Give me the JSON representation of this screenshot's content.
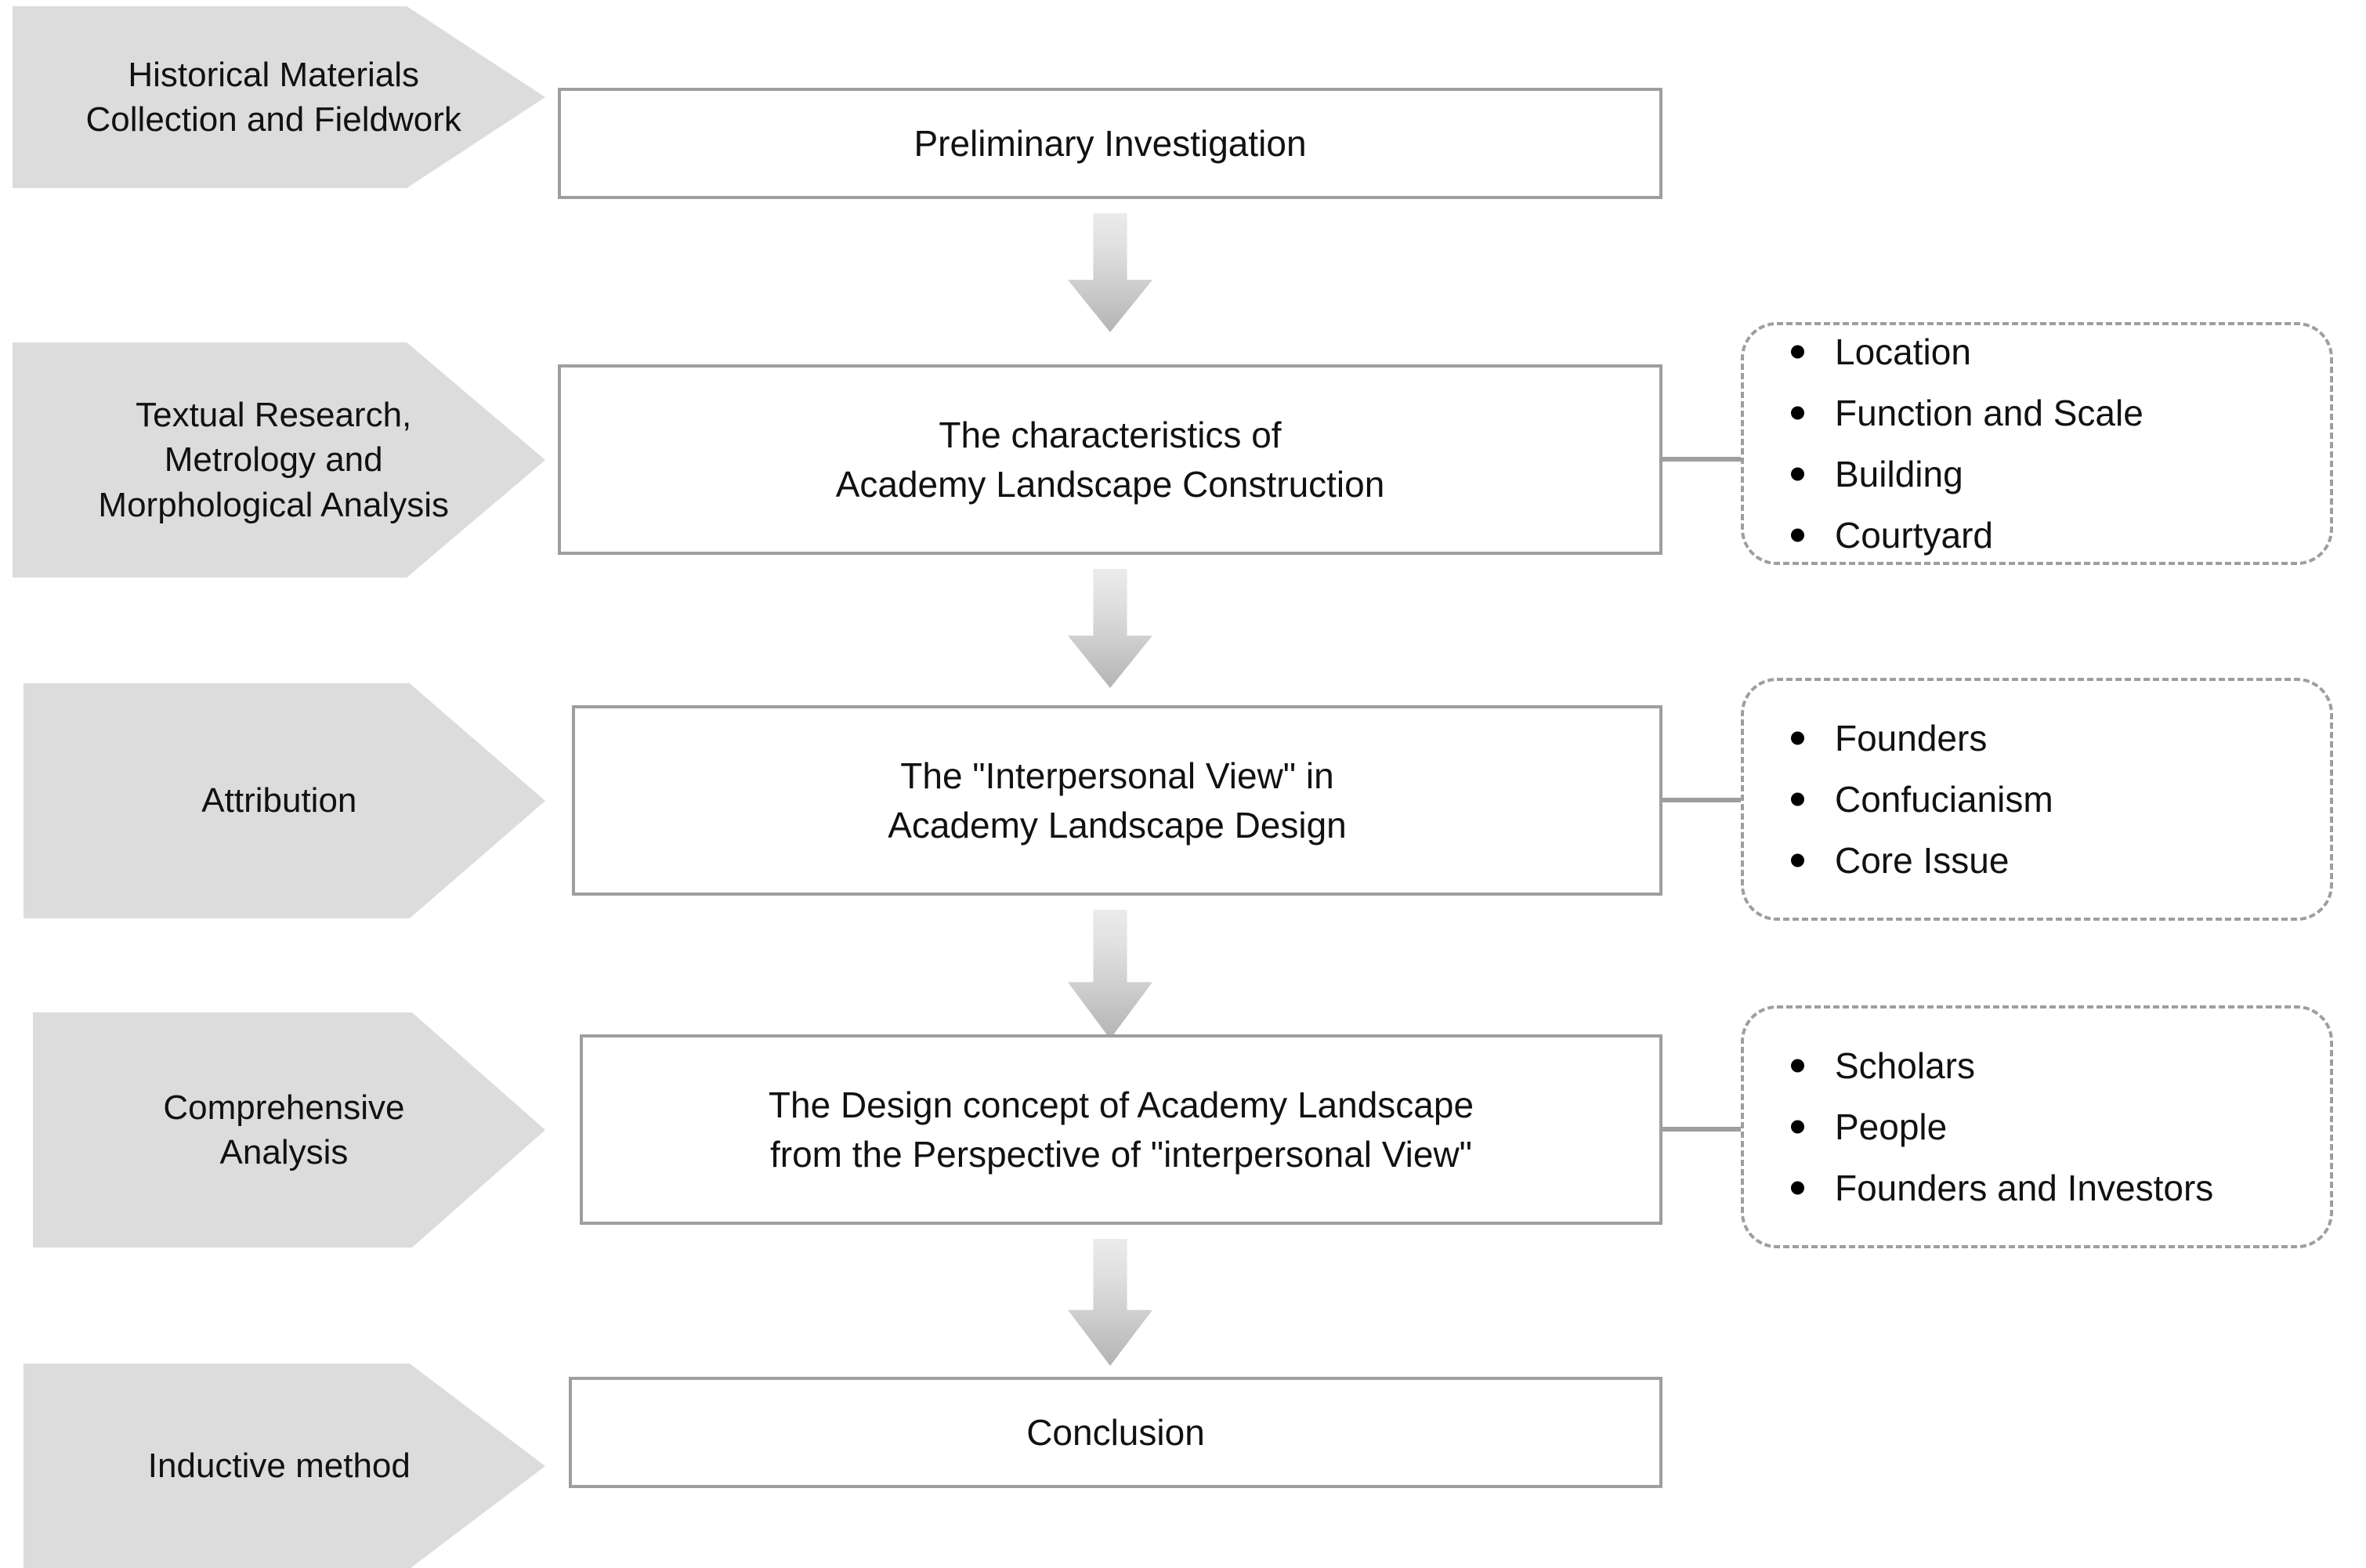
{
  "diagram": {
    "title": "Academy Landscape Research Methodology Flowchart",
    "colors": {
      "stage_fill": "#dcdcdc",
      "box_border": "#9e9e9e",
      "box_fill": "#ffffff",
      "panel_border": "#9e9e9e",
      "arrow_gradient_top": "#ebebeb",
      "arrow_gradient_bottom": "#b4b4b4",
      "connector": "#9e9e9e",
      "bullet": "#000000",
      "text": "#111111",
      "background": "#ffffff"
    }
  },
  "stages": [
    {
      "id": "stage-1",
      "label": "Historical Materials\nCollection and\nFieldwork"
    },
    {
      "id": "stage-2",
      "label": "Textual Research,\nMetrology and\nMorphological\nAnalysis"
    },
    {
      "id": "stage-3",
      "label": "Attribution"
    },
    {
      "id": "stage-4",
      "label": "Comprehensive\nAnalysis"
    },
    {
      "id": "stage-5",
      "label": "Inductive method"
    }
  ],
  "steps": [
    {
      "id": "step-1",
      "label": "Preliminary Investigation"
    },
    {
      "id": "step-2",
      "label": "The characteristics of\nAcademy Landscape Construction"
    },
    {
      "id": "step-3",
      "label": "The \"Interpersonal View\" in\nAcademy Landscape Design"
    },
    {
      "id": "step-4",
      "label": "The Design concept of Academy Landscape\nfrom the Perspective of \"interpersonal View\""
    },
    {
      "id": "step-5",
      "label": "Conclusion"
    }
  ],
  "detail_panels": [
    {
      "id": "panel-1",
      "for_step": "step-2",
      "items": [
        "Location",
        "Function and Scale",
        "Building",
        "Courtyard"
      ]
    },
    {
      "id": "panel-2",
      "for_step": "step-3",
      "items": [
        "Founders",
        "Confucianism",
        "Core Issue"
      ]
    },
    {
      "id": "panel-3",
      "for_step": "step-4",
      "items": [
        "Scholars",
        "People",
        "Founders and Investors"
      ]
    }
  ],
  "flow_arrows": [
    {
      "id": "flow-1",
      "from": "step-1",
      "to": "step-2",
      "direction": "down"
    },
    {
      "id": "flow-2",
      "from": "step-2",
      "to": "step-3",
      "direction": "down"
    },
    {
      "id": "flow-3",
      "from": "step-3",
      "to": "step-4",
      "direction": "down"
    },
    {
      "id": "flow-4",
      "from": "step-4",
      "to": "step-5",
      "direction": "down"
    }
  ],
  "connector_arrows": [
    {
      "id": "connector-1",
      "from": "step-2",
      "to": "panel-1",
      "direction": "right"
    },
    {
      "id": "connector-2",
      "from": "step-3",
      "to": "panel-2",
      "direction": "right"
    },
    {
      "id": "connector-3",
      "from": "step-4",
      "to": "panel-3",
      "direction": "right"
    }
  ]
}
